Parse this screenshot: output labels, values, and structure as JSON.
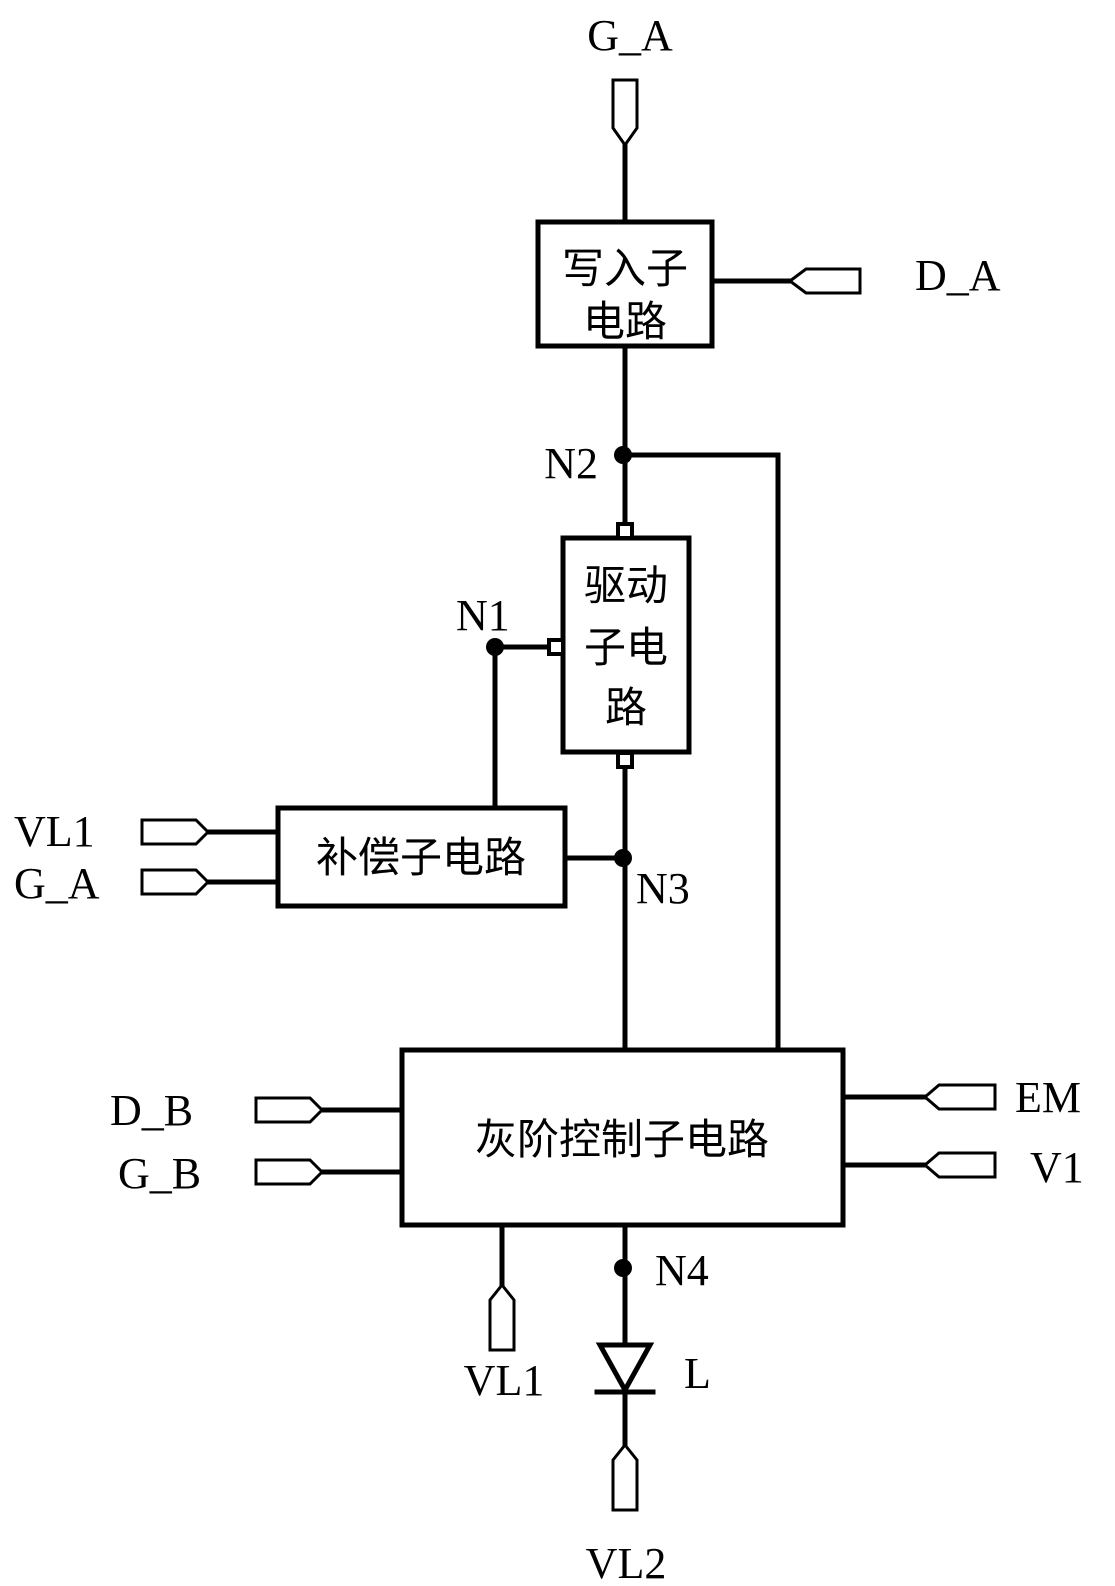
{
  "signals": {
    "g_a_top": "G_A",
    "d_a": "D_A",
    "vl1_left": "VL1",
    "g_a_left": "G_A",
    "d_b": "D_B",
    "g_b": "G_B",
    "em": "EM",
    "v1": "V1",
    "vl1_bottom": "VL1",
    "vl2": "VL2"
  },
  "nodes": {
    "n1": "N1",
    "n2": "N2",
    "n3": "N3",
    "n4": "N4"
  },
  "blocks": {
    "write_line1": "写入子",
    "write_line2": "电路",
    "drive_line1": "驱动",
    "drive_line2": "子电",
    "drive_line3": "路",
    "compensation": "补偿子电路",
    "gray_scale_control": "灰阶控制子电路"
  },
  "components": {
    "led": "L"
  }
}
